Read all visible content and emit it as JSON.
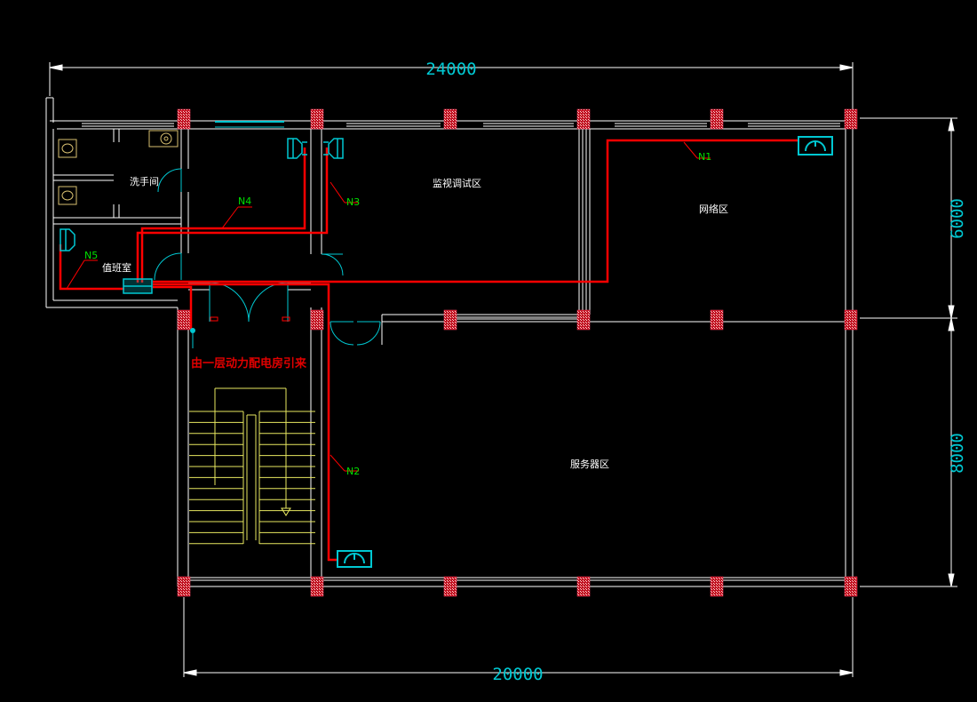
{
  "dimensions": {
    "total_width": "24000",
    "building_width": "20000",
    "upper_depth": "6000",
    "lower_depth": "8000"
  },
  "rooms": {
    "washroom": "洗手间",
    "duty_room": "值班室",
    "monitor_area": "监视调试区",
    "network_area": "网络区",
    "server_area": "服务器区"
  },
  "circuits": {
    "n1": "N1",
    "n2": "N2",
    "n3": "N3",
    "n4": "N4",
    "n5": "N5"
  },
  "notes": {
    "power_source": "由一层动力配电房引来"
  },
  "colors": {
    "background": "#000000",
    "wall": "#ffffff",
    "dimension": "#00c8d2",
    "cable": "#ff0000",
    "circuit_label": "#00e000",
    "equipment": "#00c8d2",
    "column": "#c01020",
    "stairs": "#e8e860",
    "fixture": "#d8c070"
  },
  "icons": {
    "column": "hatched-column-icon",
    "ac_unit": "air-conditioner-icon",
    "wall_unit": "wall-mounted-unit-icon",
    "panel": "distribution-panel-icon",
    "toilet": "toilet-icon",
    "sink": "wash-basin-icon"
  }
}
